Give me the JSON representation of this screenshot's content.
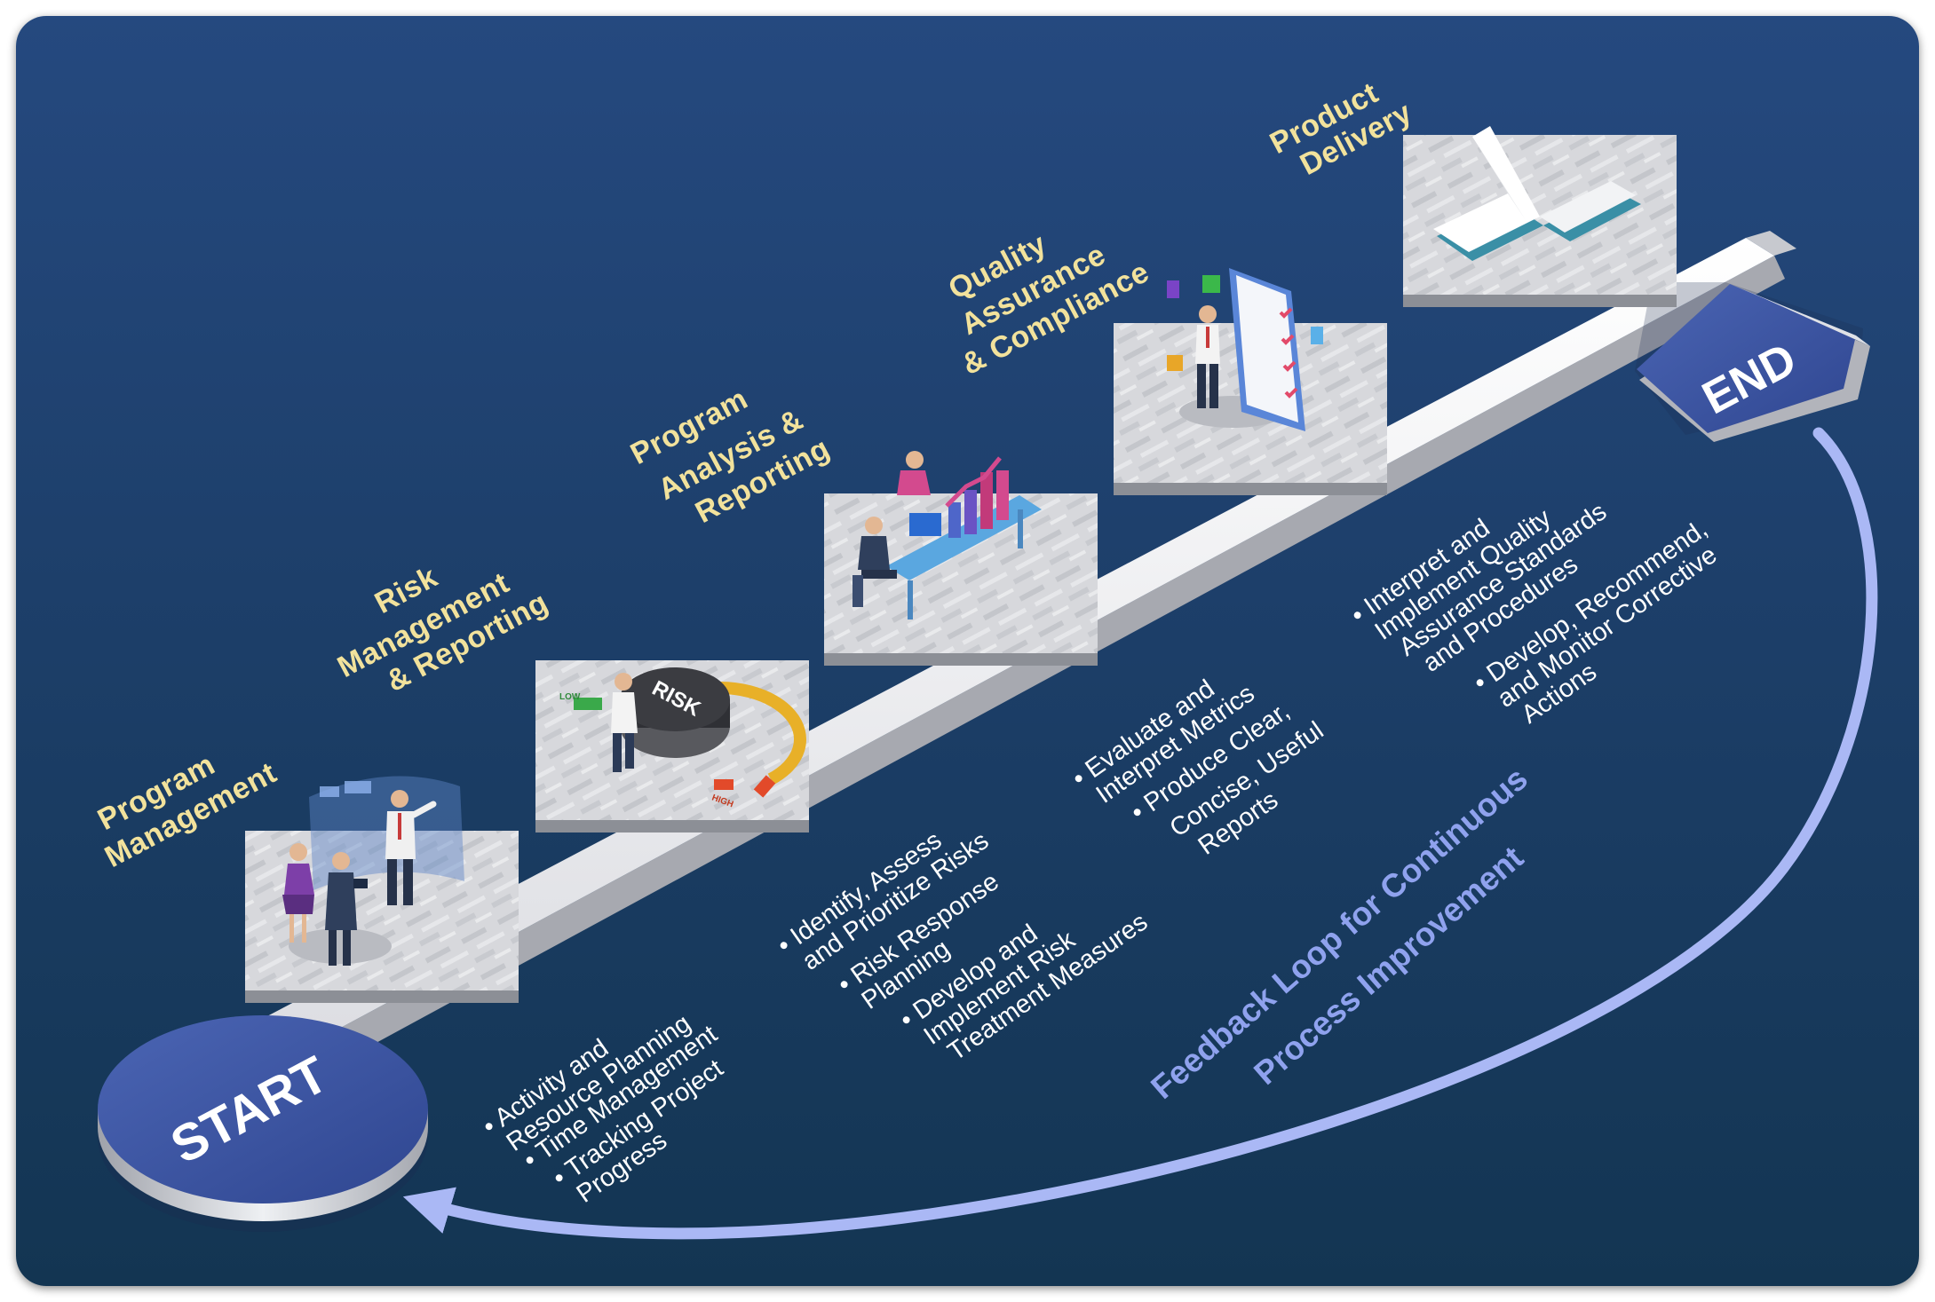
{
  "start_label": "START",
  "end_label": "END",
  "feedback_loop": {
    "line1": "Feedback Loop for Continuous",
    "line2": "Process Improvement"
  },
  "steps": [
    {
      "title": [
        "Program",
        "Management"
      ],
      "icon": "team-meeting-icon",
      "bullets": [
        [
          "• Activity and",
          "  Resource Planning"
        ],
        [
          "• Time Management"
        ],
        [
          "• Tracking Project",
          "  Progress"
        ]
      ]
    },
    {
      "title": [
        "Risk",
        "Management",
        "& Reporting"
      ],
      "icon": "risk-dial-icon",
      "dial": {
        "label": "RISK",
        "low": "LOW",
        "high": "HIGH"
      },
      "bullets": [
        [
          "• Identify, Assess",
          "  and Prioritize Risks"
        ],
        [
          "• Risk Response",
          "  Planning"
        ],
        [
          "• Develop and",
          "  Implement Risk",
          "  Treatment Measures"
        ]
      ]
    },
    {
      "title": [
        "Program",
        "Analysis &",
        "Reporting"
      ],
      "icon": "analytics-desk-icon",
      "bullets": [
        [
          "• Evaluate and",
          "  Interpret Metrics"
        ],
        [
          "• Produce Clear,",
          "  Concise, Useful",
          "  Reports"
        ]
      ]
    },
    {
      "title": [
        "Quality",
        "Assurance",
        "& Compliance"
      ],
      "icon": "checklist-clipboard-icon",
      "bullets": [
        [
          "• Interpret and",
          "  Implement Quality",
          "  Assurance Standards",
          "  and Procedures"
        ],
        [
          "• Develop, Recommend,",
          "  and Monitor Corrective",
          "  Actions"
        ]
      ]
    },
    {
      "title": [
        "Product",
        "Delivery"
      ],
      "icon": "open-book-icon",
      "bullets": []
    }
  ],
  "colors": {
    "background_top": "#25497f",
    "background_bottom": "#133552",
    "title_text": "#f2e29c",
    "loop_arrow": "#aab8f5",
    "start_disc": "#3f5aa6",
    "end_badge": "#3f5aa6"
  }
}
